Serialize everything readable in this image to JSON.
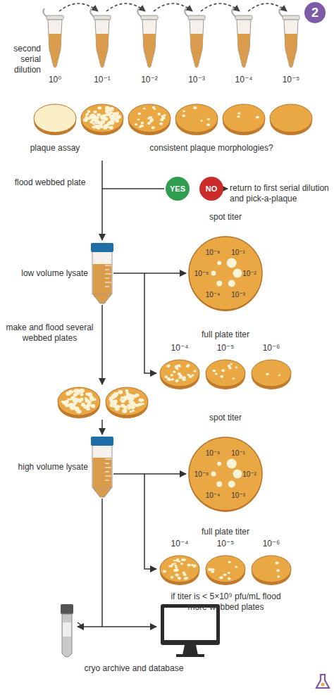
{
  "diagram": {
    "nodes": [
      {
        "text": [
          "2"
        ]
      },
      {
        "text": [
          "YES"
        ]
      },
      {
        "text": [
          "NO"
        ]
      },
      {
        "text": [
          "spot titer",
          "10⁻⁶",
          "10⁻¹",
          "10⁻⁵",
          "10⁻²",
          "10⁻⁴",
          "10⁻³"
        ]
      },
      {
        "text": [
          "spot titer",
          "10⁻⁶",
          "10⁻¹",
          "10⁻⁵",
          "10⁻²",
          "10⁻⁴",
          "10⁻³"
        ]
      }
    ],
    "labels": [
      "second serial dilution",
      "10⁰",
      "10⁻¹",
      "10⁻²",
      "10⁻³",
      "10⁻⁴",
      "10⁻⁵",
      "plaque assay",
      "consistent plaque morphologies?",
      "flood webbed plate",
      "return to first serial dilution and pick-a-plaque",
      "low volume lysate",
      "full plate titer",
      "10⁻⁴",
      "10⁻⁵",
      "10⁻⁶",
      "make and flood several webbed plates",
      "high volume lysate",
      "full plate titer",
      "10⁻⁴",
      "10⁻⁵",
      "10⁻⁶",
      "if titer is < 5×10⁹ pfu/mL flood more webbed plates",
      "cryo archive and database"
    ]
  }
}
